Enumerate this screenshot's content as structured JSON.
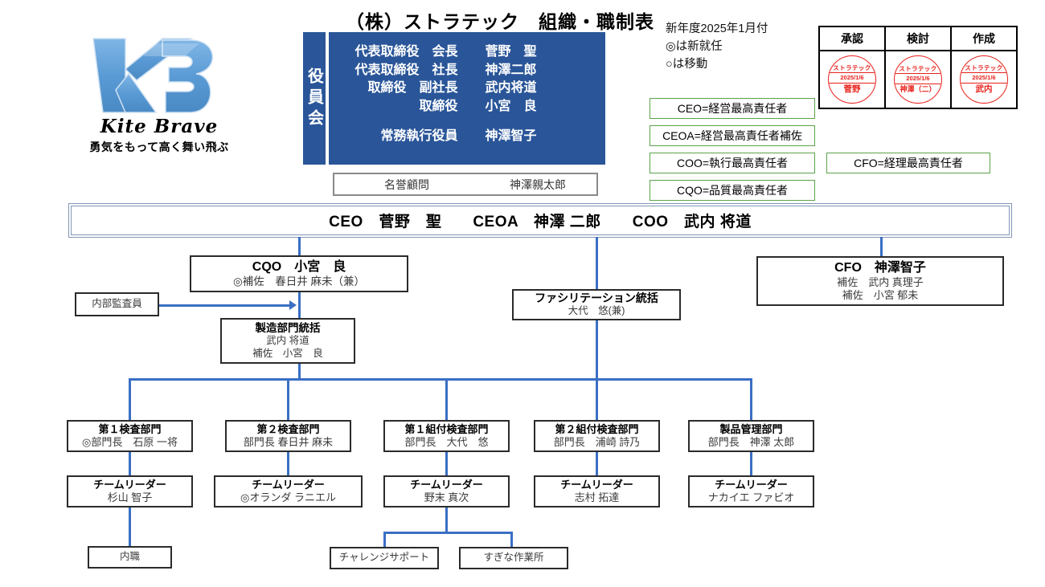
{
  "title": "（株）ストラテック　組織・職制表",
  "logo": {
    "wordmark": "Kite Brave",
    "tagline": "勇気をもって高く舞い飛ぶ",
    "monogram": "KB",
    "color": "#5b9bd5"
  },
  "board": {
    "side_label": "役員会",
    "rows": [
      {
        "position": "代表取締役　会長",
        "name": "菅野　聖"
      },
      {
        "position": "代表取締役　社長",
        "name": "神澤二郎"
      },
      {
        "position": "取締役　副社長",
        "name": "武内将道"
      },
      {
        "position": "取締役",
        "name": "小宮　良"
      },
      {
        "position": "",
        "name": ""
      },
      {
        "position": "常務執行役員",
        "name": "神澤智子"
      }
    ]
  },
  "honorary": {
    "position": "名誉顧問",
    "name": "神澤親太郎"
  },
  "notes": "新年度2025年1月付\n◎は新就任\n○は移動",
  "legend": [
    {
      "text": "CEO=経営最高責任者"
    },
    {
      "text": "CEOA=経営最高責任者補佐"
    },
    {
      "text": "COO=執行最高責任者"
    },
    {
      "text": "CQO=品質最高責任者"
    },
    {
      "text": "CFO=経理最高責任者"
    }
  ],
  "legend_border_color": "#5aa34a",
  "approval": {
    "columns": [
      {
        "header": "承認",
        "company": "ストラテック",
        "date": "2025/1/6",
        "signer": "菅野"
      },
      {
        "header": "検討",
        "company": "ストラテック",
        "date": "2025/1/6",
        "signer": "神澤（二）"
      },
      {
        "header": "作成",
        "company": "ストラテック",
        "date": "2025/1/6",
        "signer": "武内"
      }
    ],
    "stamp_color": "#e8211b"
  },
  "ceo_bar": {
    "text": "CEO　菅野　聖　　CEOA　神澤 二郎　　COO　武内 将道"
  },
  "nodes": {
    "cqo": {
      "title": "CQO　小宮　良",
      "sub1": "◎補佐　春日井 麻未（兼）"
    },
    "auditor": {
      "title": "内部監査員"
    },
    "mfg": {
      "title": "製造部門統括",
      "sub1": "武内 将道",
      "sub2": "補佐　小宮　良"
    },
    "facilitation": {
      "title": "ファシリテーション統括",
      "sub1": "大代　悠(兼)"
    },
    "cfo": {
      "title": "CFO　神澤智子",
      "sub1": "補佐　武内 真理子",
      "sub2": "補佐　小宮 郁未"
    }
  },
  "departments": [
    {
      "title": "第１検査部門",
      "sub": "◎部門長　石原 一将",
      "leader_title": "チームリーダー",
      "leader_name": "杉山 智子"
    },
    {
      "title": "第２検査部門",
      "sub": "部門長 春日井 麻未",
      "leader_title": "チームリーダー",
      "leader_name": "◎オランダ ラニエル"
    },
    {
      "title": "第１組付検査部門",
      "sub": "部門長　大代　悠",
      "leader_title": "チームリーダー",
      "leader_name": "野末 真次"
    },
    {
      "title": "第２組付検査部門",
      "sub": "部門長　浦崎 詩乃",
      "leader_title": "チームリーダー",
      "leader_name": "志村 拓達"
    },
    {
      "title": "製品管理部門",
      "sub": "部門長　神澤 太郎",
      "leader_title": "チームリーダー",
      "leader_name": "ナカイエ ファビオ"
    }
  ],
  "bottom": [
    {
      "title": "内職"
    },
    {
      "title": "チャレンジサポート"
    },
    {
      "title": "すぎな作業所"
    }
  ],
  "connector_color": "#3a6fc4"
}
